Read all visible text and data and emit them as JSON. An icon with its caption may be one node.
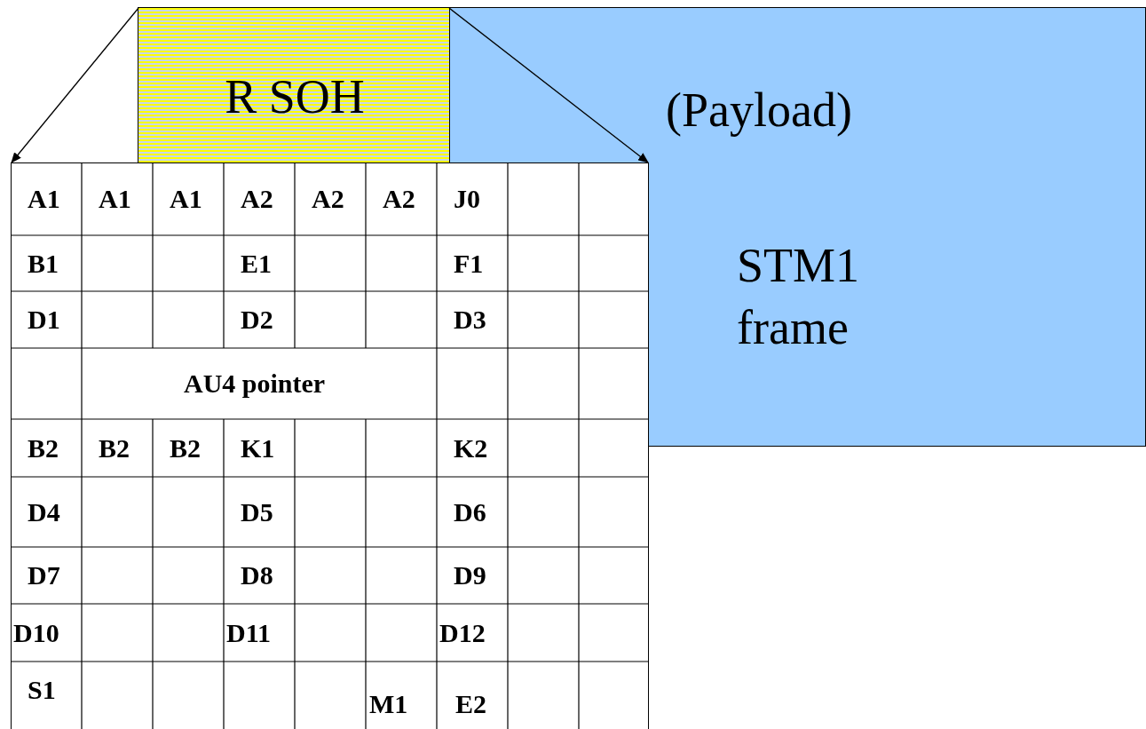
{
  "diagram": {
    "nodes": [
      {
        "text": [
          "R SOH"
        ]
      },
      {
        "text": [
          "(Payload)",
          "STM1 frame"
        ]
      },
      {
        "text": [],
        "shape": "box"
      }
    ],
    "edges": [
      {
        "from": 0,
        "to": 2,
        "arrow": "to"
      },
      {
        "from": 0,
        "to": 2,
        "arrow": "to"
      }
    ],
    "labels": [
      "A1",
      "A1",
      "A1",
      "A2",
      "A2",
      "A2",
      "J0",
      "B1",
      "E1",
      "F1",
      "D1",
      "D2",
      "D3",
      "AU4 pointer",
      "B2",
      "B2",
      "B2",
      "K1",
      "K2",
      "D4",
      "D5",
      "D6",
      "D7",
      "D8",
      "D9",
      "D10",
      "D11",
      "D12",
      "S1",
      "M1",
      "E2"
    ]
  }
}
